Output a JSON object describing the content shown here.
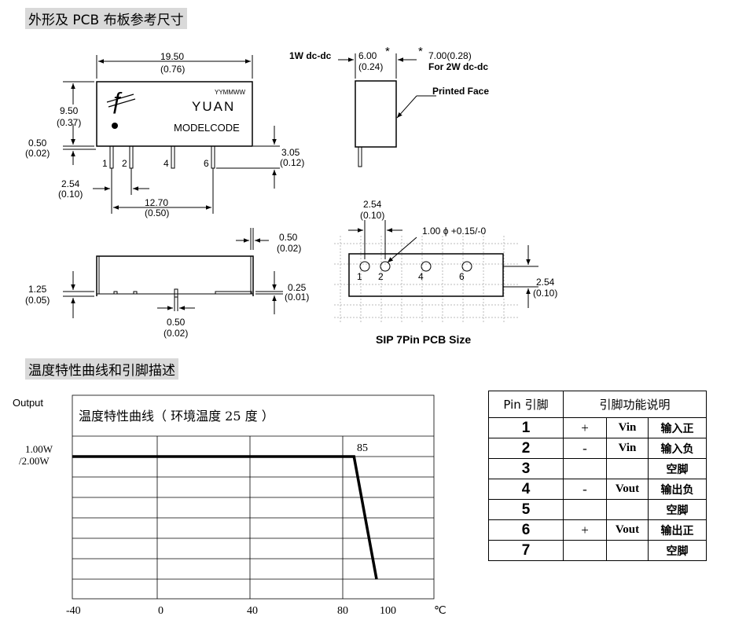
{
  "sections": {
    "outline_title": "外形及 PCB 布板参考尺寸",
    "curve_title": "温度特性曲线和引脚描述"
  },
  "front_view": {
    "width": "19.50",
    "width_in": "(0.76)",
    "height": "9.50",
    "height_in": "(0.37)",
    "standoff": "0.50",
    "standoff_in": "(0.02)",
    "pin_length": "3.05",
    "pin_length_in": "(0.12)",
    "pitch": "2.54",
    "pitch_in": "(0.10)",
    "span": "12.70",
    "span_in": "(0.50)",
    "date_code": "YYMMWW",
    "brand": "YUAN",
    "model": "MODELCODE",
    "pins": [
      "1",
      "2",
      "4",
      "6"
    ]
  },
  "side_view": {
    "label_1w": "1W dc-dc",
    "depth_1w": "6.00",
    "depth_1w_in": "(0.24)",
    "star": "*",
    "depth_2w": "7.00(0.28)",
    "label_2w": "For 2W dc-dc",
    "printed_face": "Printed Face"
  },
  "bottom_view": {
    "top_thk": "0.50",
    "top_thk_in": "(0.02)",
    "left_h": "1.25",
    "left_h_in": "(0.05)",
    "right_h": "0.25",
    "right_h_in": "(0.01)",
    "pin_w": "0.50",
    "pin_w_in": "(0.02)"
  },
  "pcb": {
    "pitch": "2.54",
    "pitch_in": "(0.10)",
    "hole": "1.00 ϕ +0.15/-0",
    "row_pitch": "2.54",
    "row_pitch_in": "(0.10)",
    "pins": [
      "1",
      "2",
      "4",
      "6"
    ],
    "caption": "SIP 7Pin  PCB Size"
  },
  "chart_data": {
    "type": "line",
    "title": "温度特性曲线（ 环境温度 25 度 ）",
    "ylabel": "Output",
    "ytick": [
      "1.00W",
      "/2.00W"
    ],
    "xticks": [
      "-40",
      "0",
      "40",
      "80",
      "100"
    ],
    "xunit": "℃",
    "annotation": "85",
    "series": [
      {
        "x": [
          -40,
          85,
          95
        ],
        "y": [
          100,
          100,
          0
        ]
      }
    ]
  },
  "pin_table": {
    "headers": [
      "Pin 引脚",
      "引脚功能说明"
    ],
    "rows": [
      {
        "pin": "1",
        "sign": "+",
        "sym": "Vin",
        "fn": "输入正"
      },
      {
        "pin": "2",
        "sign": "-",
        "sym": "Vin",
        "fn": "输入负"
      },
      {
        "pin": "3",
        "sign": "",
        "sym": "",
        "fn": "空脚"
      },
      {
        "pin": "4",
        "sign": "-",
        "sym": "Vout",
        "fn": "输出负"
      },
      {
        "pin": "5",
        "sign": "",
        "sym": "",
        "fn": "空脚"
      },
      {
        "pin": "6",
        "sign": "+",
        "sym": "Vout",
        "fn": "输出正"
      },
      {
        "pin": "7",
        "sign": "",
        "sym": "",
        "fn": "空脚"
      }
    ]
  }
}
